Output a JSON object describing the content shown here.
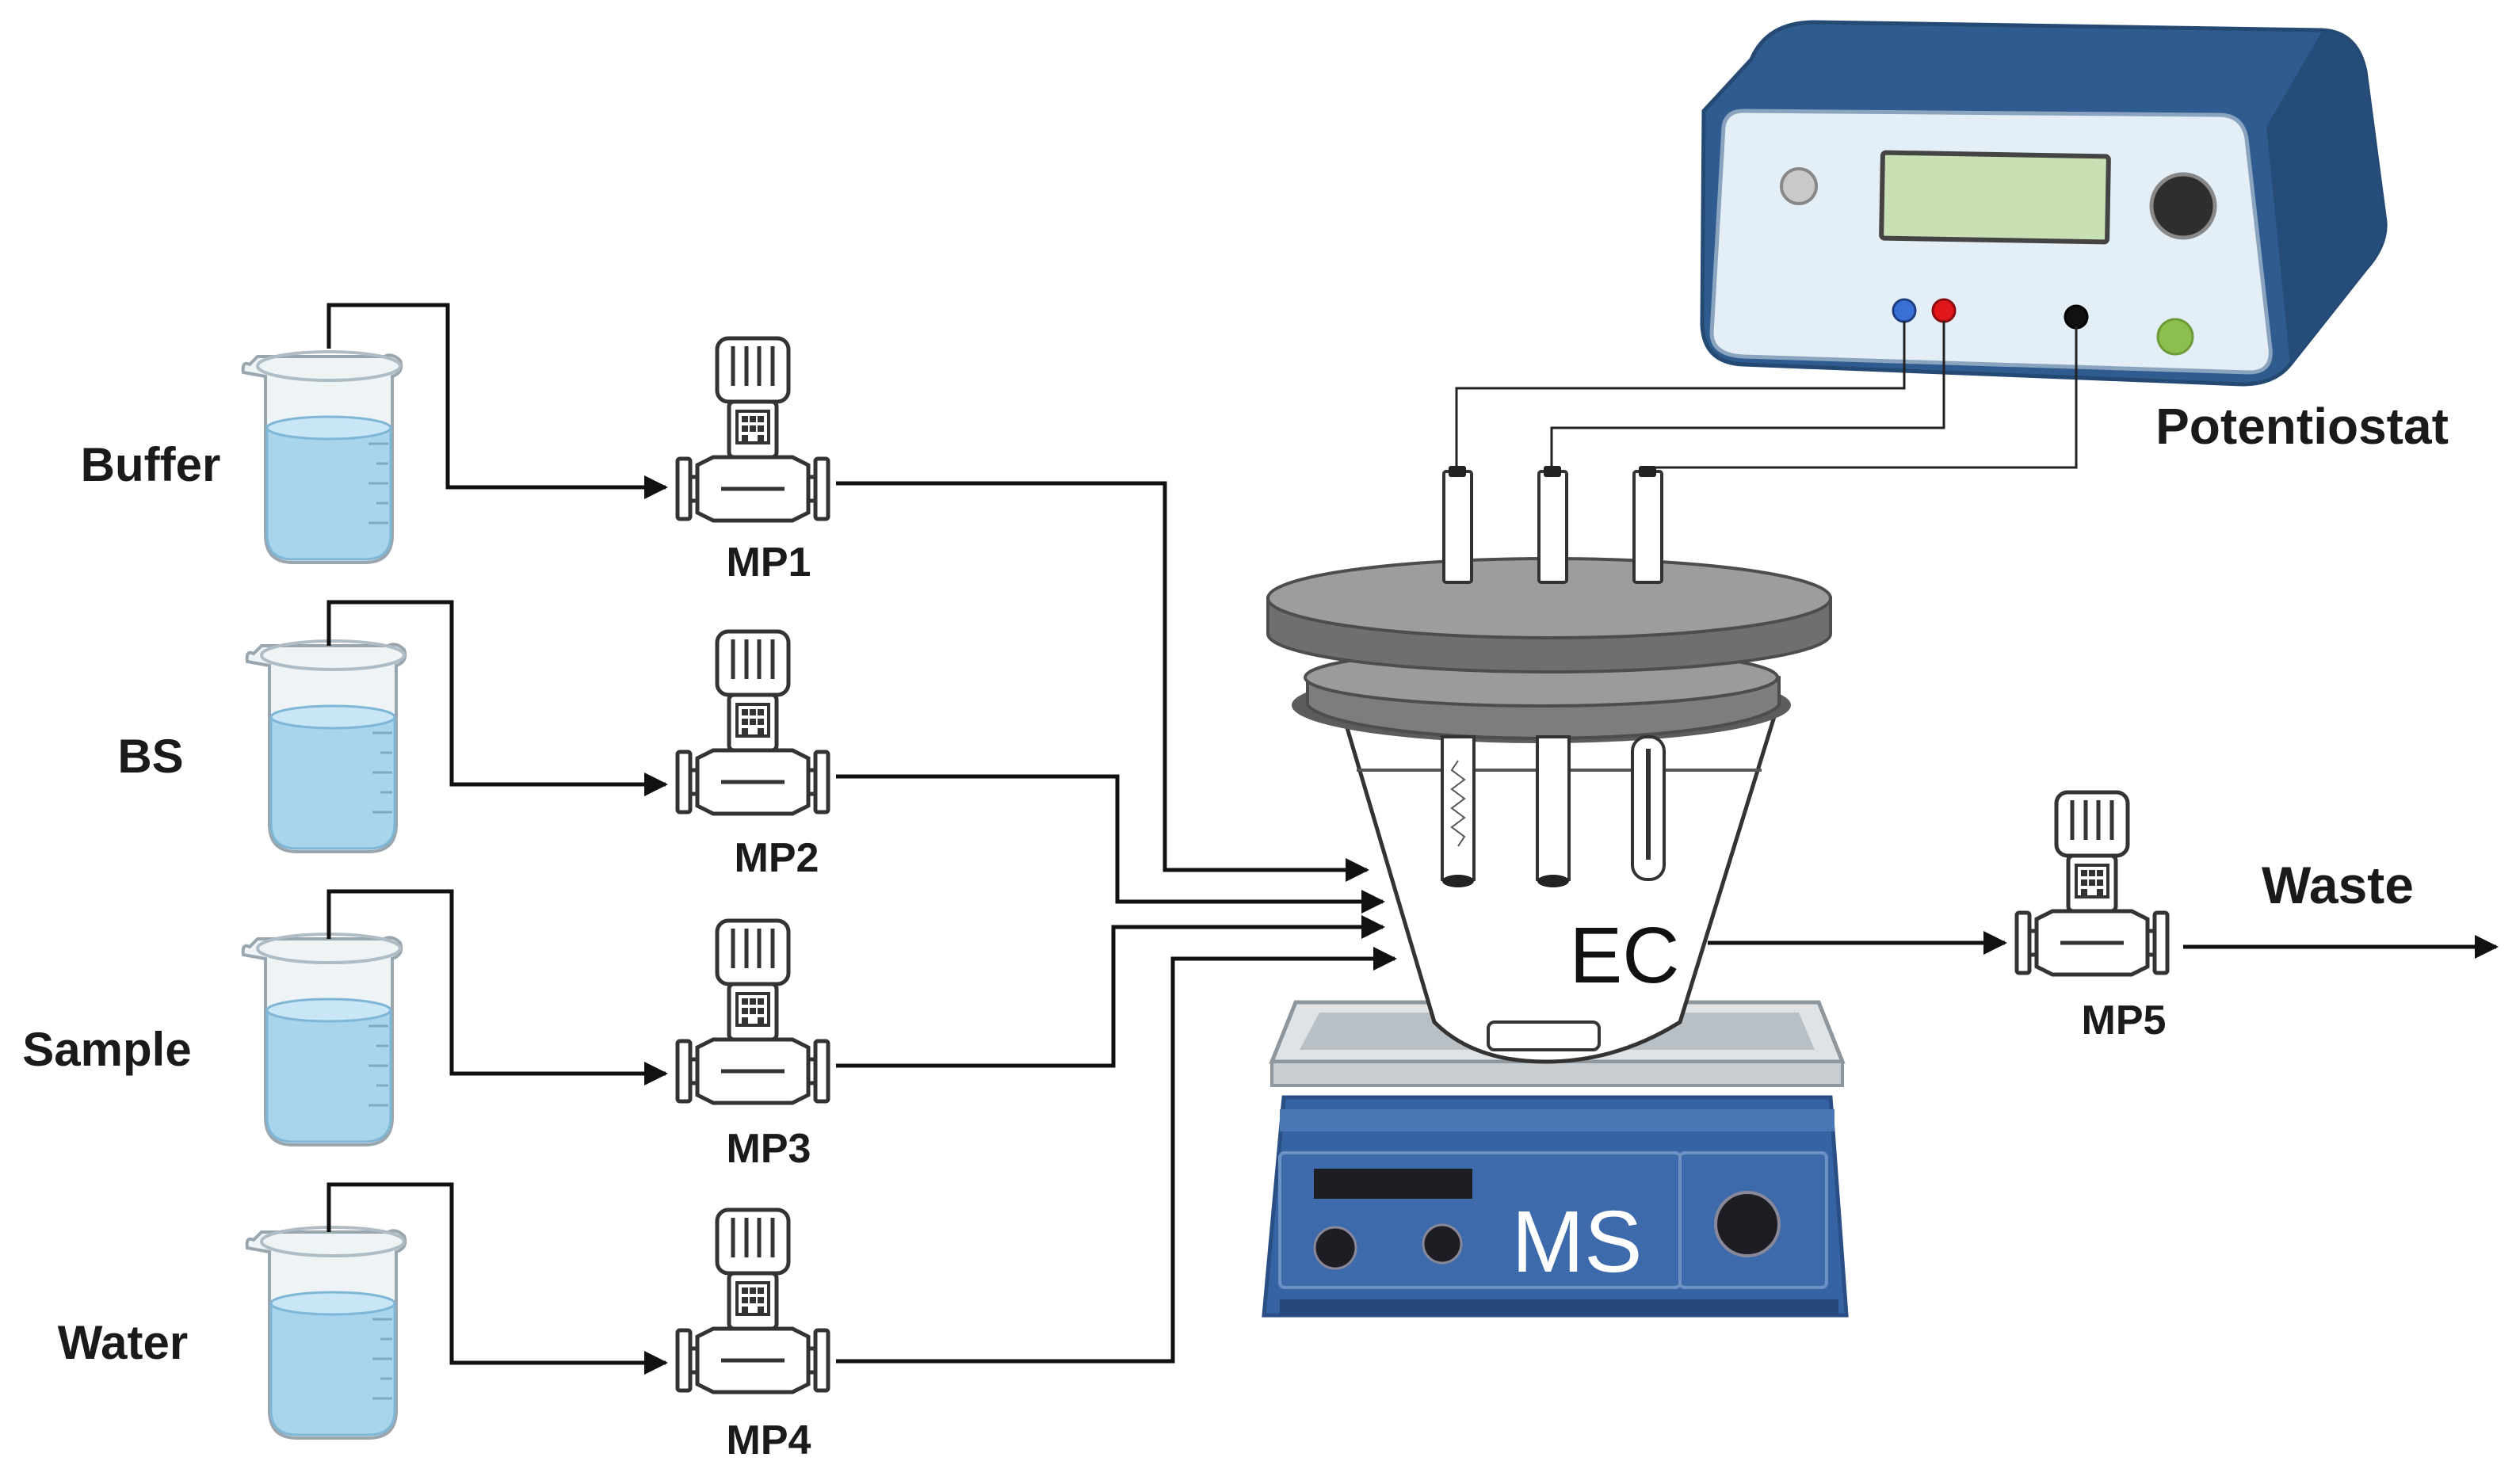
{
  "sources": [
    {
      "label": "Buffer",
      "pump": "MP1"
    },
    {
      "label": "BS",
      "pump": "MP2"
    },
    {
      "label": "Sample",
      "pump": "MP3"
    },
    {
      "label": "Water",
      "pump": "MP4"
    }
  ],
  "outlet": {
    "pump": "MP5",
    "label": "Waste"
  },
  "cell_label": "EC",
  "stirrer_label": "MS",
  "potentiostat_label": "Potentiostat",
  "colors": {
    "device_blue": "#2f5b8e",
    "device_panel": "#e3eef6",
    "display_green": "#c9dfb4",
    "stirrer_blue": "#3563a3",
    "liquid": "#a8d4ec",
    "lid_gray": "#7d7d7d",
    "terminal_blue": "#3a6fd6",
    "terminal_red": "#e0161b",
    "knob_green": "#8cbf4e"
  }
}
